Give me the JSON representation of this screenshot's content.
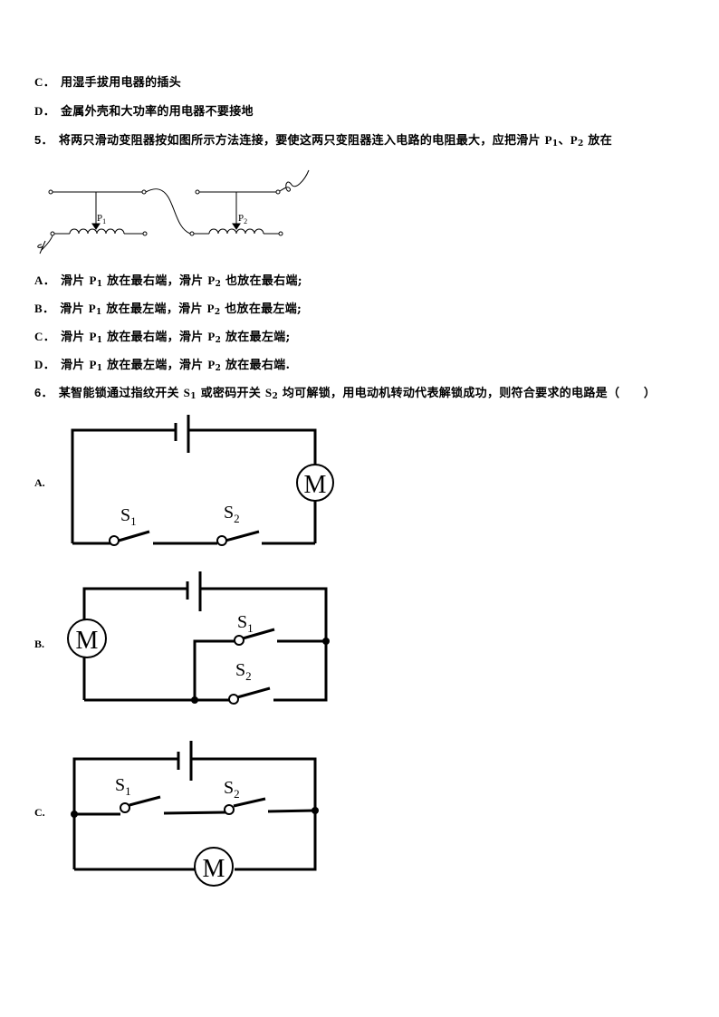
{
  "prev_question": {
    "options": [
      {
        "label": "C．",
        "text": "用湿手拔用电器的插头"
      },
      {
        "label": "D．",
        "text": "金属外壳和大功率的用电器不要接地"
      }
    ]
  },
  "question5": {
    "number": "5．",
    "text_before": "将两只滑动变阻器按如图所示方法连接，要使这两只变阻器连入电路的电阻最大，应把滑片 ",
    "p1": "P",
    "p1_sub": "1",
    "sep": "、",
    "p2": "P",
    "p2_sub": "2",
    "text_after": " 放在",
    "figure": {
      "slider1_label": "P",
      "slider1_sub": "1",
      "slider2_label": "P",
      "slider2_sub": "2"
    },
    "options": [
      {
        "label": "A．",
        "a": "滑片 ",
        "p1": "P",
        "s1": "1",
        "b": " 放在最右端，滑片 ",
        "p2": "P",
        "s2": "2",
        "c": " 也放在最右端;"
      },
      {
        "label": "B．",
        "a": "滑片 ",
        "p1": "P",
        "s1": "1",
        "b": " 放在最左端，滑片 ",
        "p2": "P",
        "s2": "2",
        "c": " 也放在最左端;"
      },
      {
        "label": "C．",
        "a": "滑片 ",
        "p1": "P",
        "s1": "1",
        "b": " 放在最右端，滑片 ",
        "p2": "P",
        "s2": "2",
        "c": " 放在最左端;"
      },
      {
        "label": "D．",
        "a": "滑片 ",
        "p1": "P",
        "s1": "1",
        "b": " 放在最左端，滑片 ",
        "p2": "P",
        "s2": "2",
        "c": " 放在最右端."
      }
    ]
  },
  "question6": {
    "number": "6．",
    "text_a": "某智能锁通过指纹开关 ",
    "s1": "S",
    "s1_sub": "1",
    "text_b": " 或密码开关 ",
    "s2": "S",
    "s2_sub": "2",
    "text_c": " 均可解锁，用电动机转动代表解锁成功，则符合要求的电路是（　　）",
    "options": [
      {
        "label": "A.",
        "motor": "M",
        "switch1": "S",
        "switch1_sub": "1",
        "switch2": "S",
        "switch2_sub": "2"
      },
      {
        "label": "B.",
        "motor": "M",
        "switch1": "S",
        "switch1_sub": "1",
        "switch2": "S",
        "switch2_sub": "2"
      },
      {
        "label": "C.",
        "motor": "M",
        "switch1": "S",
        "switch1_sub": "1",
        "switch2": "S",
        "switch2_sub": "2"
      }
    ]
  }
}
